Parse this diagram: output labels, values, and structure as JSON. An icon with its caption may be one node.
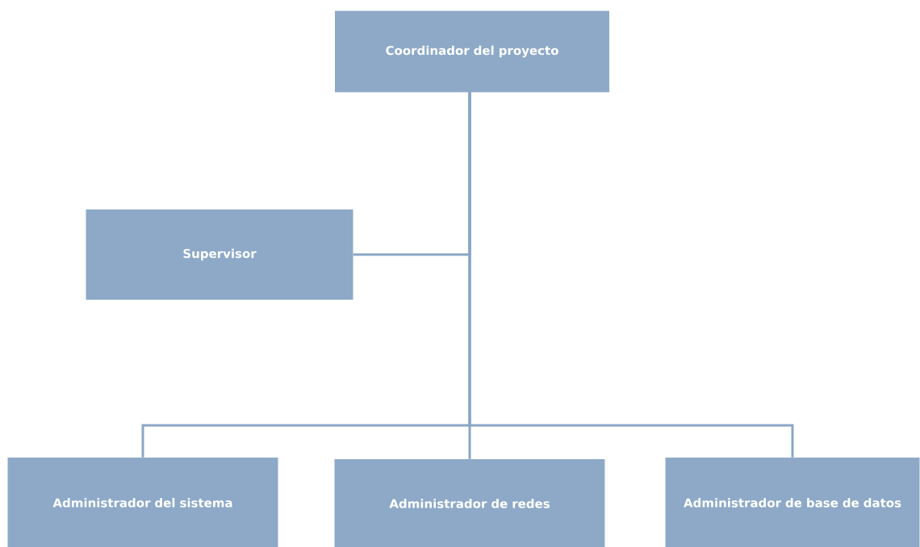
{
  "diagram": {
    "nodes": [
      {
        "text": [
          "Coordinador del proyecto"
        ]
      },
      {
        "text": [
          "Supervisor"
        ]
      },
      {
        "text": [
          "Administrador del sistema"
        ]
      },
      {
        "text": [
          "Administrador de redes"
        ]
      },
      {
        "text": [
          "Administrador de base de datos"
        ]
      }
    ],
    "edges": [
      {
        "from": 0,
        "to": 1,
        "arrow": "none"
      },
      {
        "from": 0,
        "to": 2,
        "arrow": "none"
      },
      {
        "from": 0,
        "to": 3,
        "arrow": "none"
      },
      {
        "from": 0,
        "to": 4,
        "arrow": "none"
      }
    ]
  }
}
